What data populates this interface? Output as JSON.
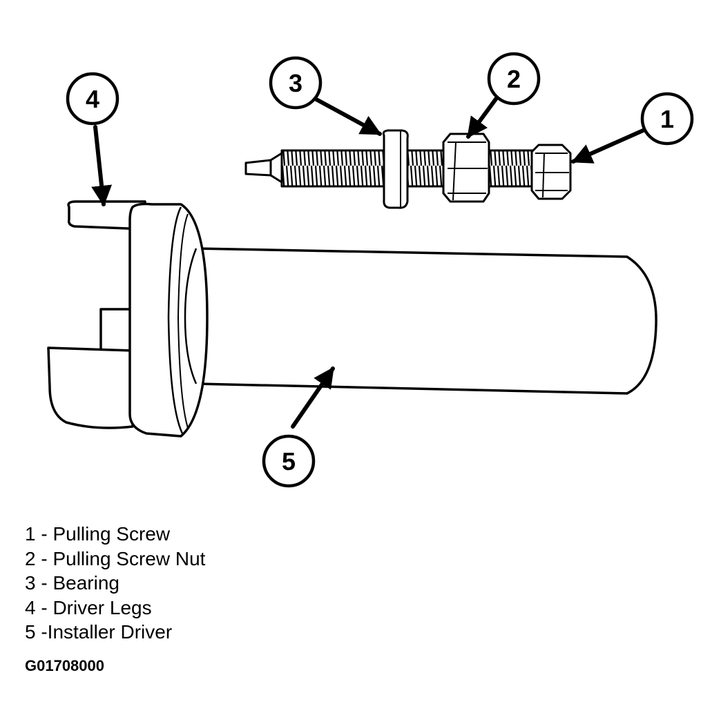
{
  "callouts": {
    "c1": "1",
    "c2": "2",
    "c3": "3",
    "c4": "4",
    "c5": "5"
  },
  "legend": [
    "1 - Pulling Screw",
    "2 - Pulling Screw Nut",
    "3 - Bearing",
    "4 - Driver Legs",
    "5 -Installer Driver"
  ],
  "figure_id": "G01708000"
}
